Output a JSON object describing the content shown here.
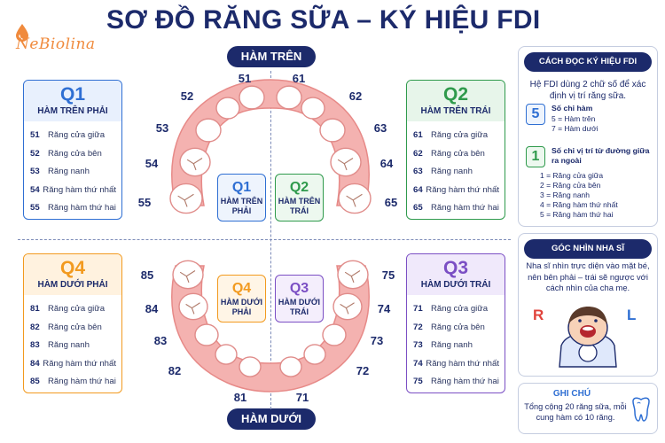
{
  "logo": {
    "text": "NeBiolina"
  },
  "title": "SƠ ĐỒ RĂNG SỮA – KÝ HIỆU FDI",
  "jaws": {
    "upper": "HÀM TRÊN",
    "lower": "HÀM DƯỚI"
  },
  "quadrants": [
    {
      "id": "q1",
      "code": "Q1",
      "name": "HÀM TRÊN PHẢI",
      "color": "#2f6fd3",
      "bg": "#e8f0fd",
      "teeth": [
        {
          "n": "51",
          "t": "Răng cửa giữa"
        },
        {
          "n": "52",
          "t": "Răng cửa bên"
        },
        {
          "n": "53",
          "t": "Răng nanh"
        },
        {
          "n": "54",
          "t": "Răng hàm thứ nhất"
        },
        {
          "n": "55",
          "t": "Răng hàm thứ hai"
        }
      ]
    },
    {
      "id": "q2",
      "code": "Q2",
      "name": "HÀM TRÊN TRÁI",
      "color": "#2f9a4c",
      "bg": "#e7f5ea",
      "teeth": [
        {
          "n": "61",
          "t": "Răng cửa giữa"
        },
        {
          "n": "62",
          "t": "Răng cửa bên"
        },
        {
          "n": "63",
          "t": "Răng nanh"
        },
        {
          "n": "64",
          "t": "Răng hàm thứ nhất"
        },
        {
          "n": "65",
          "t": "Răng hàm thứ hai"
        }
      ]
    },
    {
      "id": "q4",
      "code": "Q4",
      "name": "HÀM DƯỚI PHẢI",
      "color": "#f29a1f",
      "bg": "#fff2df",
      "teeth": [
        {
          "n": "81",
          "t": "Răng cửa giữa"
        },
        {
          "n": "82",
          "t": "Răng cửa bên"
        },
        {
          "n": "83",
          "t": "Răng nanh"
        },
        {
          "n": "84",
          "t": "Răng hàm thứ nhất"
        },
        {
          "n": "85",
          "t": "Răng hàm thứ hai"
        }
      ]
    },
    {
      "id": "q3",
      "code": "Q3",
      "name": "HÀM DƯỚI TRÁI",
      "color": "#7b4fc4",
      "bg": "#f0e9fb",
      "teeth": [
        {
          "n": "71",
          "t": "Răng cửa giữa"
        },
        {
          "n": "72",
          "t": "Răng cửa bên"
        },
        {
          "n": "73",
          "t": "Răng nanh"
        },
        {
          "n": "74",
          "t": "Răng hàm thứ nhất"
        },
        {
          "n": "75",
          "t": "Răng hàm thứ hai"
        }
      ]
    }
  ],
  "mini_labels": [
    {
      "id": "q1",
      "code": "Q1",
      "line1": "HÀM TRÊN",
      "line2": "PHẢI"
    },
    {
      "id": "q2",
      "code": "Q2",
      "line1": "HÀM TRÊN",
      "line2": "TRÁI"
    },
    {
      "id": "q4",
      "code": "Q4",
      "line1": "HÀM DƯỚI",
      "line2": "PHẢI"
    },
    {
      "id": "q3",
      "code": "Q3",
      "line1": "HÀM DƯỚI",
      "line2": "TRÁI"
    }
  ],
  "tooth_numbers": {
    "upper_right": [
      "51",
      "52",
      "53",
      "54",
      "55"
    ],
    "upper_left": [
      "61",
      "62",
      "63",
      "64",
      "65"
    ],
    "lower_right": [
      "81",
      "82",
      "83",
      "84",
      "85"
    ],
    "lower_left": [
      "71",
      "72",
      "73",
      "74",
      "75"
    ]
  },
  "how_to_read": {
    "title": "CÁCH ĐỌC KÝ HIỆU FDI",
    "intro": "Hệ FDI dùng 2 chữ số để xác định vị trí răng sữa.",
    "first_digit": {
      "value": "5",
      "label": "Số chỉ hàm",
      "items": [
        "5 = Hàm trên",
        "7 = Hàm dưới"
      ]
    },
    "second_digit": {
      "value": "1",
      "label": "Số chỉ vị trí từ đường giữa ra ngoài",
      "items": [
        "1 = Răng cửa giữa",
        "2 = Răng cửa bên",
        "3 = Răng nanh",
        "4 = Răng hàm thứ nhất",
        "5 = Răng hàm thứ hai"
      ]
    }
  },
  "dentist_view": {
    "title": "GÓC NHÌN NHA SĨ",
    "text": "Nha sĩ nhìn trực diện vào mặt bé, nên bên phải – trái sẽ ngược với cách nhìn của cha mẹ.",
    "right": "R",
    "left": "L"
  },
  "note": {
    "title": "GHI CHÚ",
    "text": "Tổng cộng 20 răng sữa, mỗi cung hàm có 10 răng."
  },
  "colors": {
    "navy": "#1c2a6b",
    "gum": "#f4b2b0",
    "gum_edge": "#e78a88",
    "tooth": "#ffffff",
    "orange": "#f08a3c"
  }
}
